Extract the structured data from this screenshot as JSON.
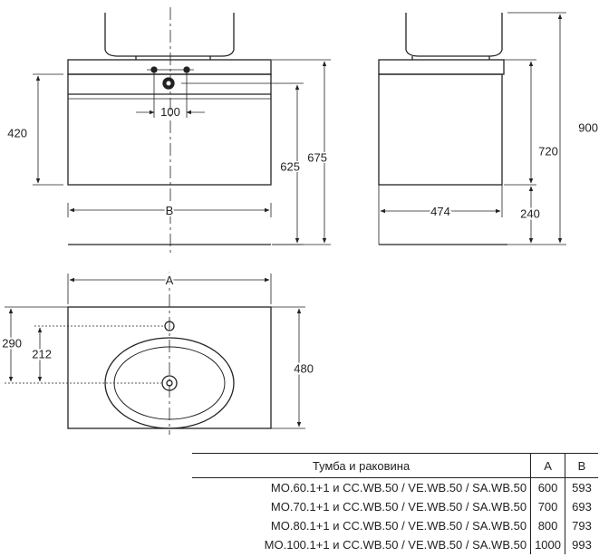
{
  "dimensions": {
    "front_height_drawer": "420",
    "front_hole_spacing": "100",
    "front_height_cabinet": "625",
    "front_height_total": "675",
    "front_width": "B",
    "side_depth": "474",
    "side_height_total": "900",
    "side_height_cabinet": "720",
    "side_floor_clearance": "240",
    "top_width": "A",
    "top_hole_offset": "290",
    "top_drain_offset": "212",
    "top_depth": "480"
  },
  "table": {
    "headers": [
      "Тумба и раковина",
      "A",
      "B"
    ],
    "rows": [
      [
        "MO.60.1+1 и CC.WB.50 / VE.WB.50 / SA.WB.50",
        "600",
        "593"
      ],
      [
        "MO.70.1+1 и CC.WB.50 / VE.WB.50 / SA.WB.50",
        "700",
        "693"
      ],
      [
        "MO.80.1+1 и CC.WB.50 / VE.WB.50 / SA.WB.50",
        "800",
        "793"
      ],
      [
        "MO.100.1+1 и CC.WB.50 / VE.WB.50 / SA.WB.50",
        "1000",
        "993"
      ]
    ]
  }
}
